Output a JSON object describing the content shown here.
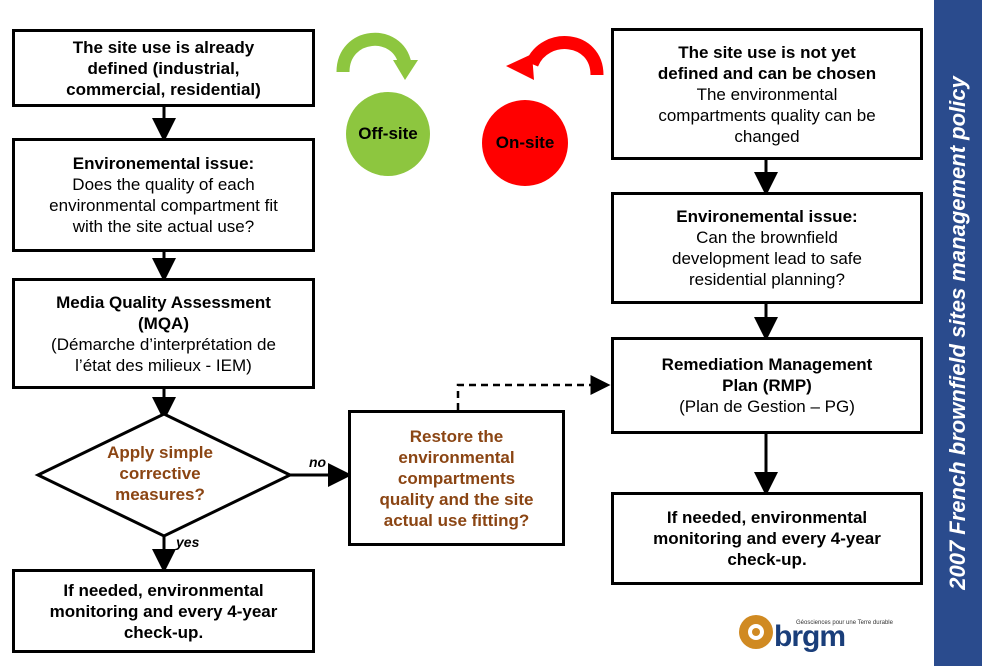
{
  "left_flow": {
    "box1": {
      "line1": "The site use is already",
      "line2": "defined (industrial,",
      "line3": "commercial, residential)"
    },
    "box2": {
      "title": "Environemental issue:",
      "line1": "Does the quality of each",
      "line2": "environmental compartment fit",
      "line3": "with the site actual use?"
    },
    "box3": {
      "title1": "Media Quality Assessment",
      "title2": "(MQA)",
      "line1": "(Démarche d’interprétation de",
      "line2": "l’état des milieux - IEM)"
    },
    "diamond": {
      "line1": "Apply simple",
      "line2": "corrective",
      "line3": "measures?"
    },
    "box4": {
      "line1": "If needed, environmental",
      "line2": "monitoring and every 4-year",
      "line3": "check-up."
    },
    "yes_label": "yes",
    "no_label": "no"
  },
  "middle": {
    "restore": {
      "line1": "Restore the",
      "line2": "environmental",
      "line3": "compartments",
      "line4": "quality and the site",
      "line5": "actual use fitting?"
    },
    "offsite_label": "Off-site",
    "onsite_label": "On-site"
  },
  "right_flow": {
    "box1": {
      "title1": "The site use is not yet",
      "title2": "defined and can be chosen",
      "line1": "The environmental",
      "line2": "compartments quality can be",
      "line3": "changed"
    },
    "box2": {
      "title": "Environemental issue:",
      "line1": "Can the brownfield",
      "line2": "development lead to safe",
      "line3": "residential planning?"
    },
    "box3": {
      "title1": "Remediation Management",
      "title2": "Plan (RMP)",
      "line1": "(Plan de Gestion – PG)"
    },
    "box4": {
      "line1": "If needed, environmental",
      "line2": "monitoring and every 4-year",
      "line3": "check-up."
    }
  },
  "sidebar": {
    "text": "2007 French brownfield sites management policy"
  },
  "logo": {
    "word": "brgm",
    "tagline": "Géosciences pour une Terre durable"
  },
  "colors": {
    "brown": "#8B4513",
    "offsite_green": "#8DC63F",
    "onsite_red": "#FF0000",
    "sidebar_blue": "#2A4B8D"
  }
}
